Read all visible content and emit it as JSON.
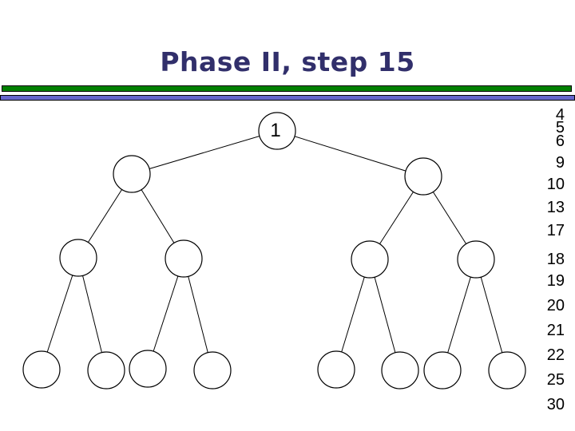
{
  "slide": {
    "title": "Phase II, step 15",
    "title_color": "#312F6B",
    "background_color": "#FFFFFF"
  },
  "divider": {
    "green_bar_color": "#008000",
    "blue_bar_color": "#6666CC",
    "border_color": "#000000"
  },
  "tree": {
    "type": "binary-tree",
    "root_label": "1",
    "node_fill": "#FFFFFF",
    "node_stroke": "#000000",
    "nodes_total": 15,
    "levels": 4,
    "unlabeled_nodes": 14
  },
  "sorted_column": {
    "values": [
      "4",
      "5",
      "6",
      "9",
      "10",
      "13",
      "17",
      "18",
      "19",
      "20",
      "21",
      "22",
      "25",
      "30"
    ],
    "text_color": "#000000"
  }
}
